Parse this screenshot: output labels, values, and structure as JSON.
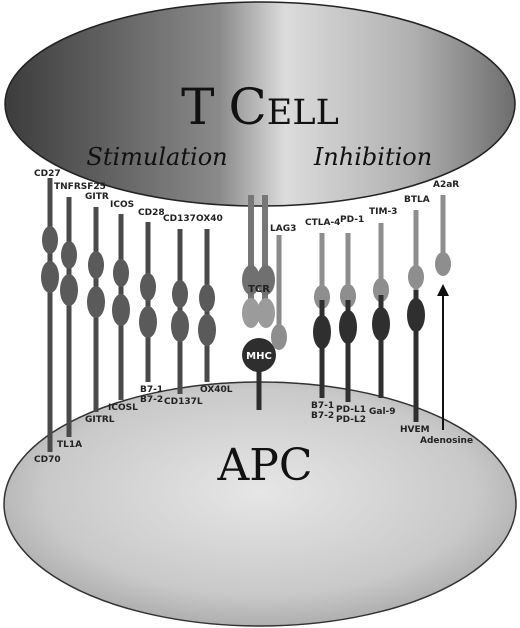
{
  "tcell": {
    "title_first": "T",
    "title_second": "Cell",
    "stimulation": "Stimulation",
    "inhibition": "Inhibition"
  },
  "apc": {
    "title": "APC"
  },
  "center": {
    "tcr": "TCR",
    "mhc": "MHC",
    "lag3": "LAG3"
  },
  "stimulatory_pairs": [
    {
      "receptor": "CD27",
      "ligand": "CD70"
    },
    {
      "receptor": "TNFRSF25",
      "ligand": "TL1A"
    },
    {
      "receptor": "GITR",
      "ligand": "GITRL"
    },
    {
      "receptor": "ICOS",
      "ligand": "ICOSL"
    },
    {
      "receptor": "CD28",
      "ligand": "B7-1",
      "ligand2": "B7-2"
    },
    {
      "receptor": "CD137",
      "ligand": "CD137L"
    },
    {
      "receptor": "OX40",
      "ligand": "OX40L"
    }
  ],
  "inhibitory_pairs": [
    {
      "receptor": "CTLA-4",
      "ligand": "B7-1",
      "ligand2": "B7-2"
    },
    {
      "receptor": "PD-1",
      "ligand": "PD-L1",
      "ligand2": "PD-L2"
    },
    {
      "receptor": "TIM-3",
      "ligand": "Gal-9"
    },
    {
      "receptor": "BTLA",
      "ligand": "HVEM"
    },
    {
      "receptor": "A2aR",
      "ligand": "Adenosine"
    }
  ],
  "colors": {
    "stim_stem": "#4a4a4a",
    "stim_bead": "#5a5a5a",
    "inhib_receptor": "#8e8e8e",
    "inhib_ligand": "#2f2f2f"
  }
}
